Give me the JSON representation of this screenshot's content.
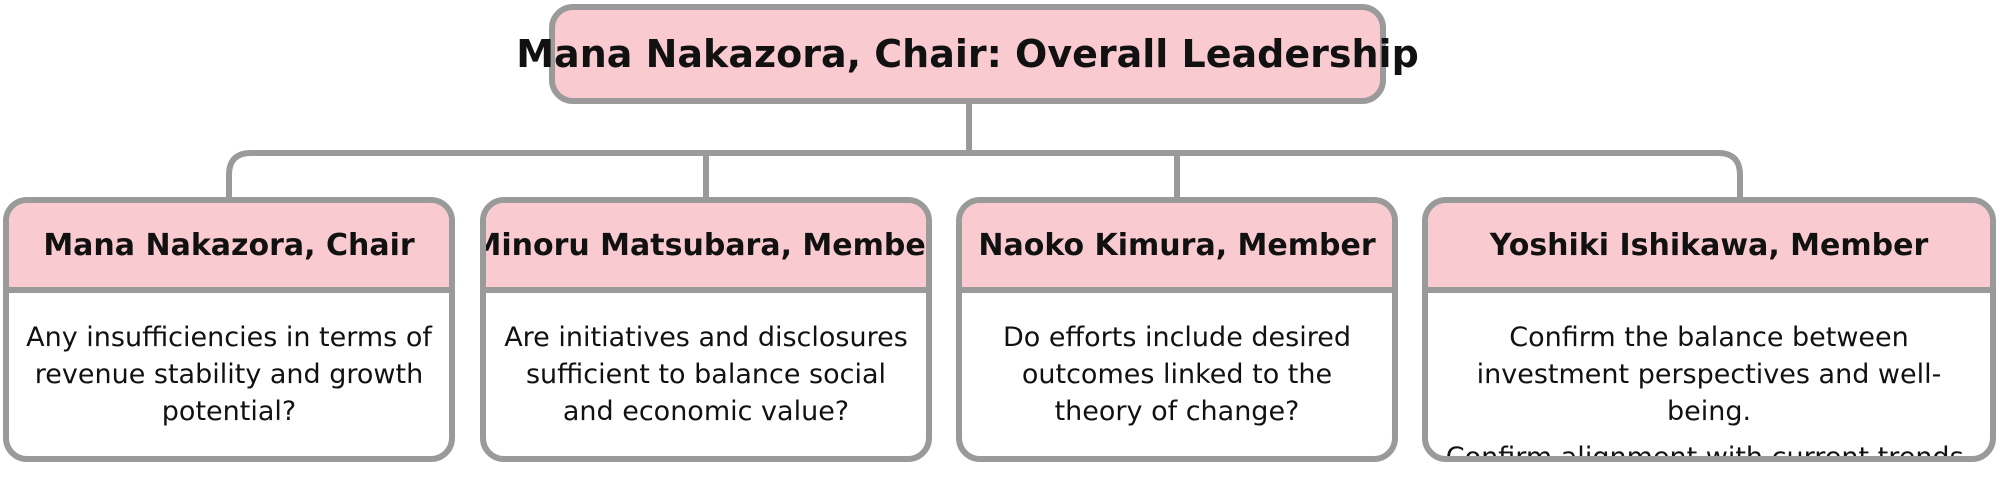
{
  "root": {
    "title": "Mana Nakazora, Chair: Overall Leadership"
  },
  "members": [
    {
      "name": "Mana Nakazora, Chair",
      "lines": [
        "Any insufficiencies in terms of revenue stability and growth potential?"
      ]
    },
    {
      "name": "Minoru Matsubara, Member",
      "lines": [
        "Are initiatives and disclosures sufficient to balance social and economic value?"
      ]
    },
    {
      "name": "Naoko Kimura, Member",
      "lines": [
        "Do efforts include desired outcomes linked to the theory of change?"
      ]
    },
    {
      "name": "Yoshiki Ishikawa, Member",
      "lines": [
        "Confirm the balance between investment perspectives and well-being.",
        "Confirm alignment with current trends."
      ]
    }
  ],
  "colors": {
    "header_fill": "#f9cbd0",
    "border": "#9a9a9a",
    "text": "#111111"
  }
}
